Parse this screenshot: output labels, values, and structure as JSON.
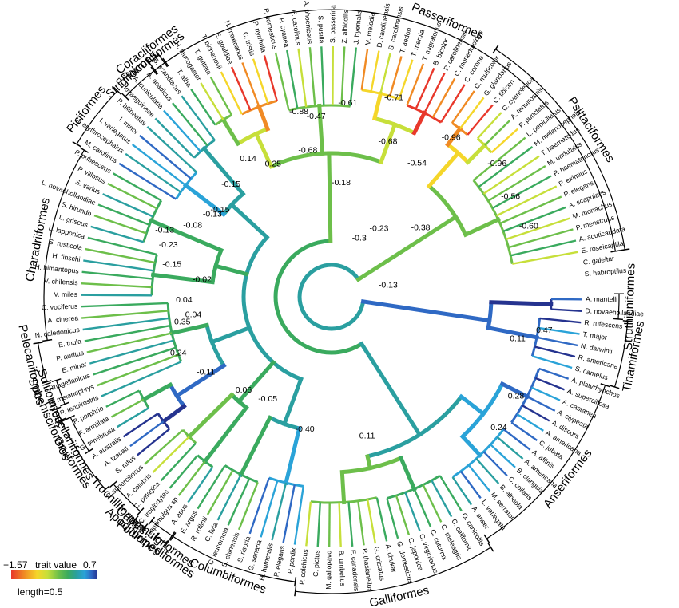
{
  "legend": {
    "min": "−1.57",
    "label": "trait value",
    "max": "0.7",
    "scale_label": "length=0.5",
    "colors": [
      "#e8382b",
      "#f08a24",
      "#f5d62a",
      "#c7df3a",
      "#6dbf4a",
      "#3aaa5e",
      "#2a9fa0",
      "#2aa3d8",
      "#2f69c4",
      "#25338f"
    ]
  },
  "tips": [
    "A. mantelli",
    "D. novaehollandiae",
    "R. rufescens",
    "T. major",
    "N. darwinii",
    "R. americana",
    "S. camelus",
    "A. platyrhynchos",
    "A. superciliosa",
    "A. castanea",
    "A. clypeata",
    "A. discors",
    "A. americana",
    "C. jubata",
    "A. affinis",
    "A. americana",
    "B. clangula",
    "C. collaris",
    "B. albeola",
    "M. serrator",
    "L. variegata",
    "A. anser",
    "O. canicollis",
    "C. californic",
    "C. meleagris",
    "C. coturnix",
    "C. virginianus",
    "C. japonica",
    "G. domesticus",
    "A. chukar",
    "G. cristatus",
    "P. thasianellus",
    "F. canadensis",
    "B. umbellus",
    "M. gallopavo",
    "C. pictus",
    "P. colchicus",
    "P. perdix",
    "P. elegans",
    "H. humeralis",
    "G. senaria",
    "S. risoria",
    "S. chinensis",
    "C. leucomela",
    "C. livia",
    "R. rollinti",
    "E. argus",
    "A. apus",
    "Caprimulgus sp",
    "C. troglodytes",
    "C. pelagica",
    "A. colubris",
    "P. superciliosus",
    "S. rufus",
    "A. tzacatl",
    "A. australis",
    "G. tenebrosa",
    "F. armillata",
    "P. porphrio",
    "P. tenuirostris",
    "T. melanophrys",
    "S. magellanicus",
    "E. minor",
    "P. auritus",
    "E. thula",
    "N. caledonicus",
    "A. cinerea",
    "C. vociferus",
    "V. miles",
    "V. chilensis",
    "H. himantopus",
    "H. finschi",
    "S. rusticola",
    "L. lapponica",
    "L. griseus",
    "S. hirundo",
    "L. novaehollandiae",
    "S. varius",
    "P. villosus",
    "P. pubescens",
    "M. carolinus",
    "M. erythrocephalus",
    "I. variegatus",
    "I. minor",
    "P. bilineatus",
    "D. novaeguineae",
    "A. cunicularia",
    "A. acadicus",
    "B. scandiacus",
    "T. alba",
    "H. leucogaster",
    "T. guttata",
    "T. bichenovii",
    "E. gouldiae",
    "H. mexicanus",
    "C. tristis",
    "P. pyrrhula",
    "P. domesticus",
    "P. cyanea",
    "E. carolinus",
    "A. phoeniceus",
    "S. pusilla",
    "S. passerina",
    "Z. albicollis",
    "J. hyemalis",
    "M. melodia",
    "D. carolinensis",
    "S. carolinensis",
    "T. aedon",
    "T. merula",
    "T. migratorius",
    "B. bicolor",
    "P. carolinensis",
    "C. moneduloides",
    "C. corone",
    "C. multicolor",
    "G. glandarius",
    "C. tibicen",
    "C. cyanoleuca",
    "A. tenuirostris",
    "P. punctatus",
    "L. penicillatus",
    "M. melanocephala",
    "T. haematodus",
    "M. undulatus",
    "P. haematonotus",
    "P. eximius",
    "P. elegans",
    "A. scapularis",
    "M. monachus",
    "P. menstruus",
    "A. acuticaudata",
    "E. roseicapilla",
    "C. galeitar",
    "S. habroptilus"
  ],
  "orders": [
    "Passeriformes",
    "Psittaciformes",
    "Struthioniformes",
    "Tinamiformes",
    "Anseriformes",
    "Galliformes",
    "Columbiformes",
    "Podicipediformes",
    "Caprimulgiformes",
    "Apodiformes",
    "Trochiliformes",
    "Gruiformes",
    "Procellariiformes",
    "Sphenisciformes",
    "Suliformes",
    "Pelecaniformes",
    "Charadriiformes",
    "Piciformes",
    "Strigiformes",
    "Coraciiformes",
    "Falconiformes"
  ],
  "node_values": [
    "-0.13",
    "-0.3",
    "-0.23",
    "-0.38",
    "-0.18",
    "0.47",
    "0.11",
    "0.28",
    "0.24",
    "-0.11",
    "-0.40",
    "-0.05",
    "0.06",
    "-0.11",
    "0.24",
    "0.35",
    "0.04",
    "0.04",
    "-0.02",
    "-0.23",
    "-0.15",
    "-0.13",
    "-0.15",
    "-0.13",
    "-0.08",
    "-0.15",
    "0.14",
    "-0.25",
    "-0.68",
    "-0.88",
    "-0.47",
    "-0.61",
    "-0.71",
    "-0.68",
    "-0.54",
    "-0.96",
    "-0.96",
    "-0.56",
    "-0.60"
  ]
}
